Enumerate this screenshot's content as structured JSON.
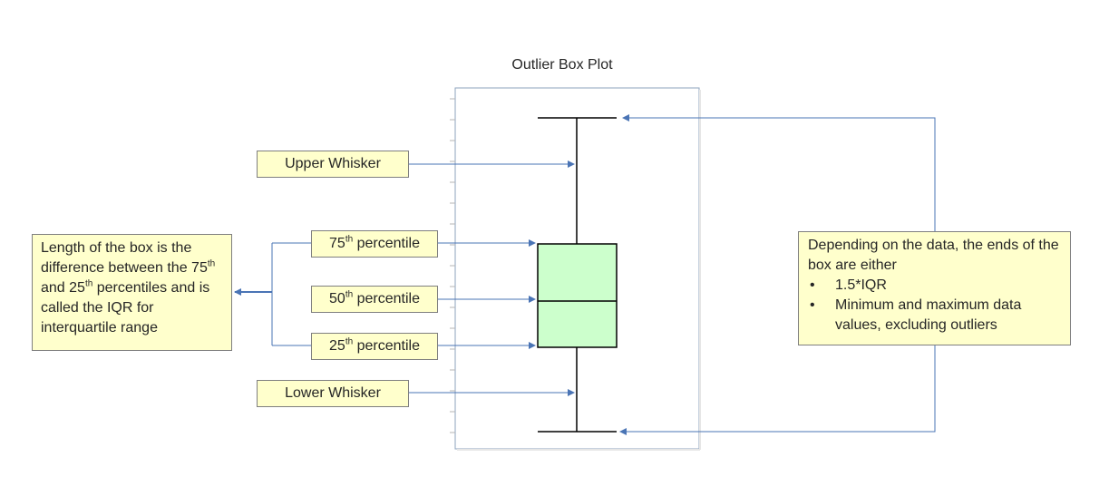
{
  "title": "Outlier Box Plot",
  "labels": {
    "upper_whisker": "Upper Whisker",
    "lower_whisker": "Lower Whisker",
    "p75": {
      "number": "75",
      "suffix": "th",
      "text": " percentile"
    },
    "p50": {
      "number": "50",
      "suffix": "th",
      "text": " percentile"
    },
    "p25": {
      "number": "25",
      "suffix": "th",
      "text": " percentile"
    }
  },
  "iqr_note": {
    "part1": "Length of the box is the difference between the ",
    "p75": "75",
    "p75_suffix": "th",
    "part2": " and ",
    "p25": "25",
    "p25_suffix": "th",
    "part3": " percentiles and is called the IQR for interquartile range"
  },
  "ends_note": {
    "intro": "Depending on the data, the ends of the box are either",
    "bullet_symbol": "•",
    "items": [
      "1.5*IQR",
      "Minimum and maximum data values, excluding outliers"
    ]
  },
  "colors": {
    "box_fill": "#ccffcc",
    "label_fill": "#ffffcc",
    "arrow": "#4a74b5",
    "frame": "#8da3bd",
    "whisker": "#000000"
  }
}
